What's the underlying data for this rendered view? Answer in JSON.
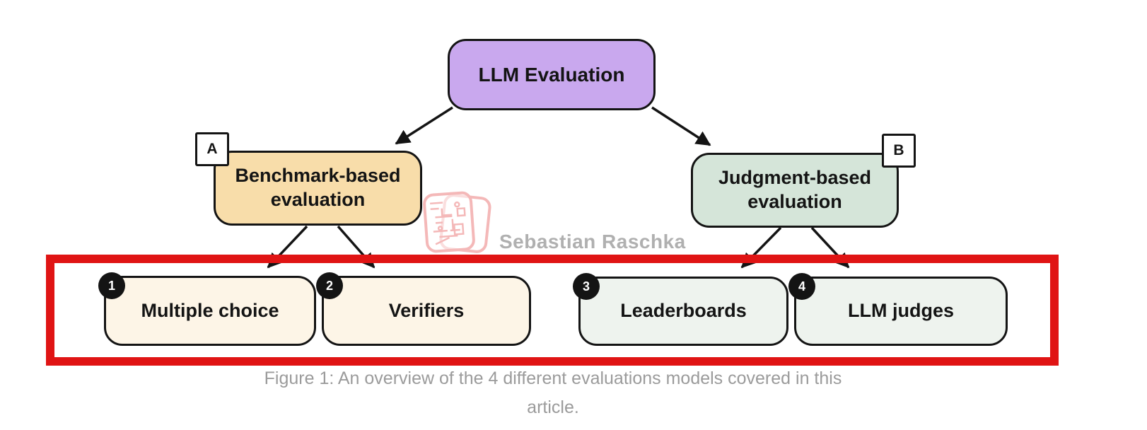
{
  "diagram": {
    "root": {
      "label": "LLM Evaluation",
      "color": "#c9a8ee"
    },
    "branches": [
      {
        "tag": "A",
        "label": "Benchmark-based evaluation",
        "color": "#f8ddaa"
      },
      {
        "tag": "B",
        "label": "Judgment-based evaluation",
        "color": "#d5e5d9"
      }
    ],
    "leaves": [
      {
        "number": "1",
        "label": "Multiple choice",
        "color": "#fdf5e7"
      },
      {
        "number": "2",
        "label": "Verifiers",
        "color": "#fdf5e7"
      },
      {
        "number": "3",
        "label": "Leaderboards",
        "color": "#eef3ee"
      },
      {
        "number": "4",
        "label": "LLM judges",
        "color": "#eef3ee"
      }
    ],
    "highlight": {
      "color": "#e01414"
    }
  },
  "watermark": {
    "text": "Sebastian Raschka"
  },
  "caption": {
    "line1": "Figure 1: An overview of the 4 different evaluations models covered in this",
    "line2": "article."
  }
}
